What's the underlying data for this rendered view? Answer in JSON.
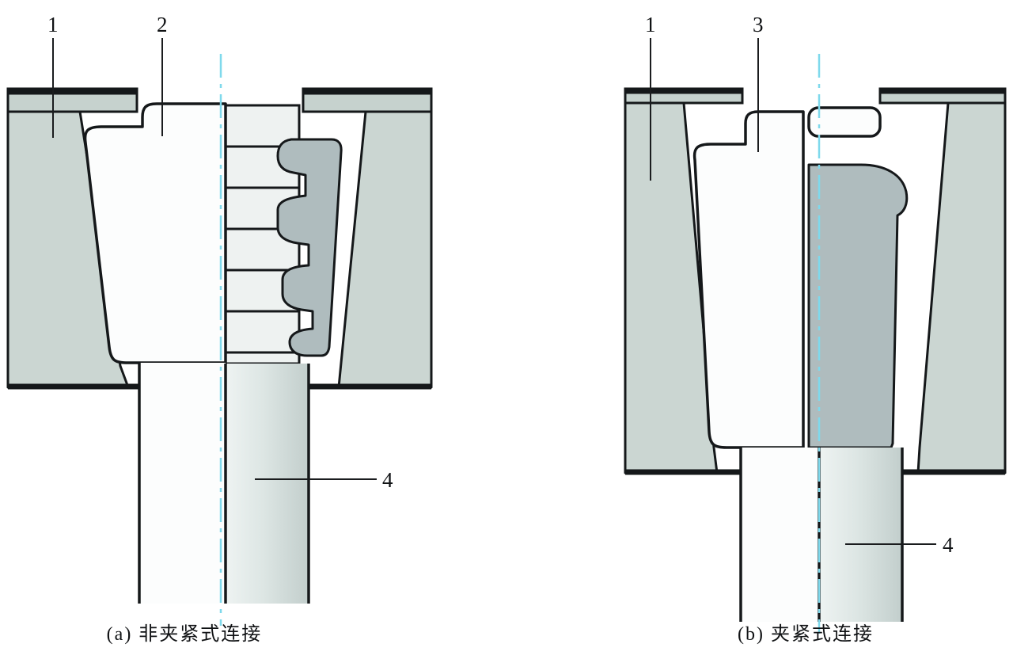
{
  "diagram": {
    "kind": "electrode-taper-connection-cross-section",
    "background_color": "#ffffff",
    "colors": {
      "housing_gray": "#cbd6d2",
      "insert_gray": "#afbcbe",
      "part_white": "#fcfdfd",
      "outline_black": "#15181a",
      "centerline_cyan": "#7fd9ec"
    },
    "figures": [
      {
        "id": "a",
        "caption": "(a) 非夹紧式连接",
        "callouts": [
          {
            "label": "1"
          },
          {
            "label": "2"
          },
          {
            "label": "4"
          }
        ]
      },
      {
        "id": "b",
        "caption": "(b) 夹紧式连接",
        "callouts": [
          {
            "label": "1"
          },
          {
            "label": "3"
          },
          {
            "label": "4"
          }
        ]
      }
    ]
  }
}
